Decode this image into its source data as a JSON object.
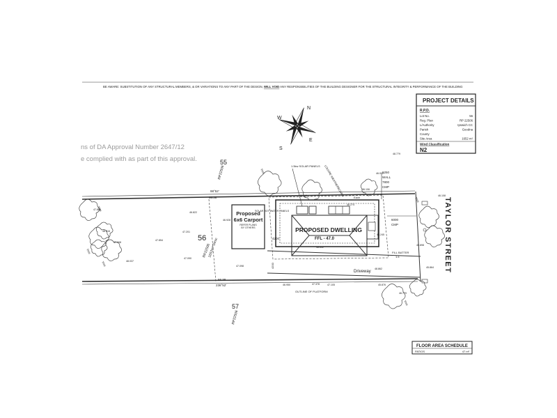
{
  "header": {
    "disclaimer_prefix": "BE AWARE: SUBSTITUTION OF ANY STRUCTURAL MEMBERS, & OR VARIATIONS TO ANY PART OF THE DESIGN,",
    "disclaimer_emph": "WILL VOID",
    "disclaimer_suffix": "ANY RESPONSIBILITIES OF THE BUILDING DESIGNER FOR THE STRUCTURAL INTEGRITY & PERFORMANCE OF THE BUILDING"
  },
  "project_details": {
    "title": "PROJECT DETAILS",
    "rpd_label": "R.P.D.",
    "rows": [
      {
        "label": "Lot No.",
        "value": "56"
      },
      {
        "label": "Reg. Plan",
        "value": "RP 22506"
      },
      {
        "label": "L/Authority",
        "value": "Ipswich CC"
      },
      {
        "label": "Parish",
        "value": "Goodna"
      },
      {
        "label": "County",
        "value": ""
      },
      {
        "label": "Site Area",
        "value": "1652 m²"
      }
    ],
    "wind_label": "Wind Classification",
    "wind_value": "N2"
  },
  "approval_stamp": {
    "line1": "ns of DA Approval Number 2647/12",
    "line2": "e complied with as part of this approval."
  },
  "compass": {
    "n": "N",
    "w": "W",
    "s": "S",
    "e": "E"
  },
  "lots": {
    "lot55": {
      "number": "55",
      "plan": "RP22506"
    },
    "lot56": {
      "number": "56",
      "plan": "RP22506",
      "area": "1652m² Desc"
    },
    "lot57": {
      "number": "57",
      "plan": "RP22506"
    }
  },
  "street": {
    "name": "TAYLOR STREET"
  },
  "carport": {
    "line1": "Proposed",
    "line2": "6x6 Carport",
    "note1": "REFER PLANS",
    "note2": "BY OTHERS"
  },
  "dwelling": {
    "title": "PROPOSED DWELLING",
    "ffl": "FFL - 47.0"
  },
  "labels": {
    "driveway": "Driveway",
    "outline_platform": "OUTLINE OF PLATFORM",
    "fill_batter": "FILL BATTER",
    "fill_ratio": "1:4",
    "solar_panels": "1.5kw SOLAR PANELS",
    "solar_hw": "SOLAR HOT WATER PANELS",
    "louvre": "LOUVRE WEATHERBOARD",
    "eave": "Eave",
    "dwelling_setback": "6250",
    "wall": "WALL",
    "cmp": "CMP",
    "setback_2": "7800",
    "setback_3": "6000",
    "setback_4": "4200",
    "dim_left": "4200",
    "bearing_top": "98°52'",
    "dist_top": "66.38",
    "bearing_bottom": "236°52'",
    "dist_bottom": "66.38",
    "tree_label": "Tree",
    "levels": [
      "47.888",
      "48.016",
      "47.908",
      "48.037",
      "47.854",
      "47.201",
      "47.090",
      "46.822",
      "46.928",
      "47.098",
      "47.378",
      "48.862",
      "48.779",
      "48.652",
      "48.245",
      "46.950",
      "47.105",
      "46.779",
      "45.898",
      "45.864",
      "46.108",
      "45.876",
      "46.106",
      "46.062",
      "46.274",
      "46.018"
    ]
  },
  "floor_area": {
    "title": "FLOOR AREA SCHEDULE",
    "row_label": "PATIOS",
    "row_value": "47 m²"
  }
}
